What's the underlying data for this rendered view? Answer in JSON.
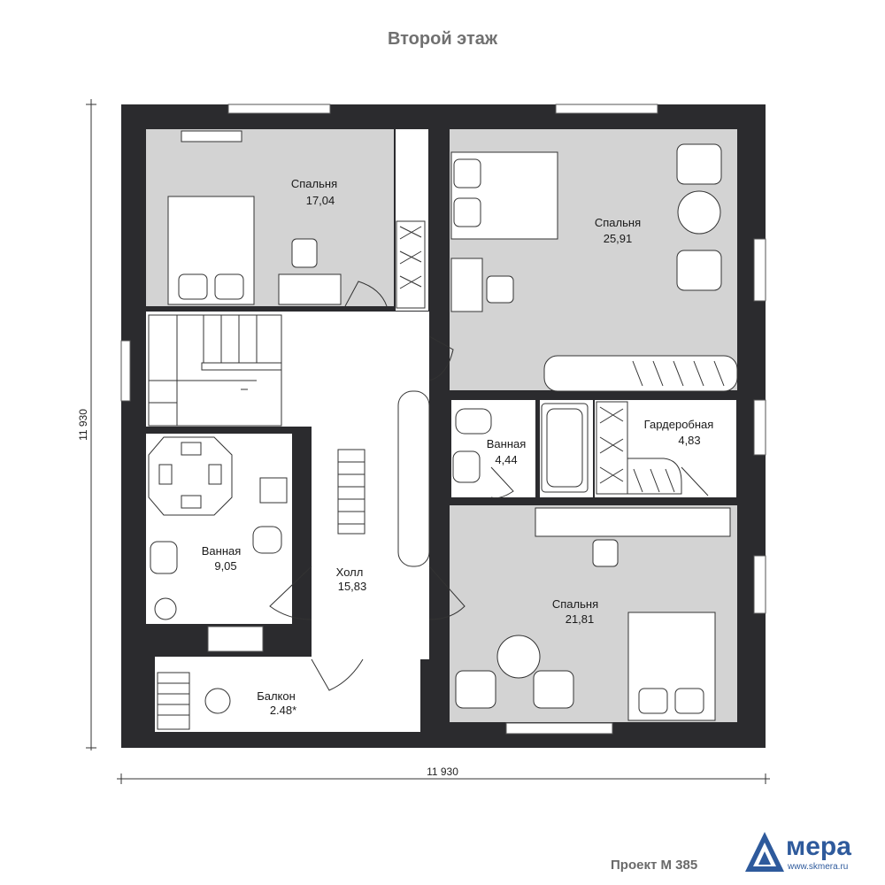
{
  "title": "Второй этаж",
  "rooms": {
    "bedroom1": {
      "name": "Спальня",
      "area": "17,04"
    },
    "bedroom2": {
      "name": "Спальня",
      "area": "25,91"
    },
    "bath_right": {
      "name": "Ванная",
      "area": "4,44"
    },
    "wardrobe": {
      "name": "Гардеробная",
      "area": "4,83"
    },
    "bath_left": {
      "name": "Ванная",
      "area": "9,05"
    },
    "hall": {
      "name": "Холл",
      "area": "15,83"
    },
    "bedroom3": {
      "name": "Спальня",
      "area": "21,81"
    },
    "balcony": {
      "name": "Балкон",
      "area": "2.48*"
    }
  },
  "dimensions": {
    "width": "11 930",
    "height": "11 930"
  },
  "footer": {
    "project": "Проект М 385",
    "logo": "мера",
    "url": "www.skmera.ru"
  },
  "colors": {
    "wall": "#2b2b2e",
    "floor": "#d3d3d3",
    "logo": "#2e5a9c",
    "title": "#707070"
  }
}
